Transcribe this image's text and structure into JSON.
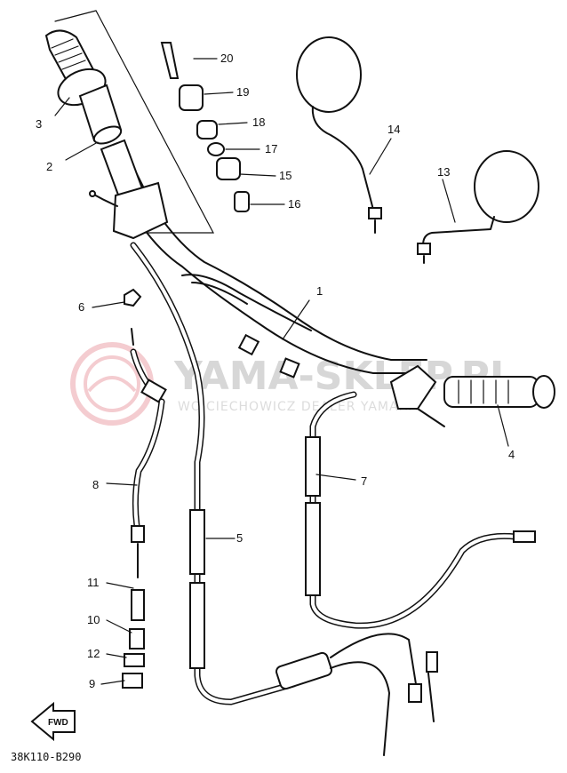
{
  "diagram": {
    "drawing_code": "38K110-B290",
    "direction_marker": "FWD",
    "watermark": {
      "title": "YAMA-SKLEP.PL",
      "subtitle": "WOJCIECHOWICZ DEALER YAMAHA"
    },
    "callouts": [
      "1",
      "2",
      "3",
      "4",
      "5",
      "6",
      "7",
      "8",
      "9",
      "10",
      "11",
      "12",
      "13",
      "14",
      "15",
      "16",
      "17",
      "18",
      "19",
      "20"
    ]
  }
}
